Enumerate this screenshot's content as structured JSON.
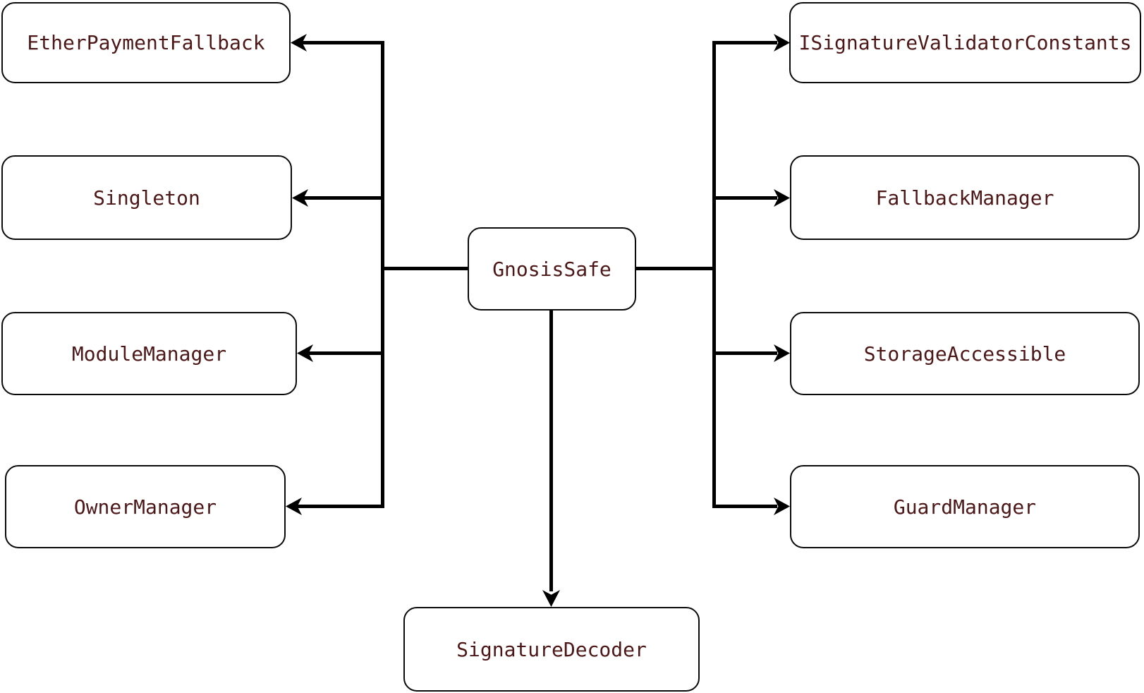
{
  "diagram": {
    "type": "inheritance-diagram",
    "nodes": {
      "center": "GnosisSafe",
      "left": [
        "EtherPaymentFallback",
        "Singleton",
        "ModuleManager",
        "OwnerManager"
      ],
      "right": [
        "ISignatureValidatorConstants",
        "FallbackManager",
        "StorageAccessible",
        "GuardManager"
      ],
      "bottom": "SignatureDecoder"
    },
    "edges": [
      {
        "from": "GnosisSafe",
        "to": "EtherPaymentFallback"
      },
      {
        "from": "GnosisSafe",
        "to": "Singleton"
      },
      {
        "from": "GnosisSafe",
        "to": "ModuleManager"
      },
      {
        "from": "GnosisSafe",
        "to": "OwnerManager"
      },
      {
        "from": "GnosisSafe",
        "to": "ISignatureValidatorConstants"
      },
      {
        "from": "GnosisSafe",
        "to": "FallbackManager"
      },
      {
        "from": "GnosisSafe",
        "to": "StorageAccessible"
      },
      {
        "from": "GnosisSafe",
        "to": "GuardManager"
      },
      {
        "from": "GnosisSafe",
        "to": "SignatureDecoder"
      }
    ],
    "colors": {
      "background": "#ffffff",
      "node_fill": "#ffffff",
      "node_border": "#0a0a0a",
      "node_text": "#4e1717",
      "edge": "#000000"
    }
  }
}
